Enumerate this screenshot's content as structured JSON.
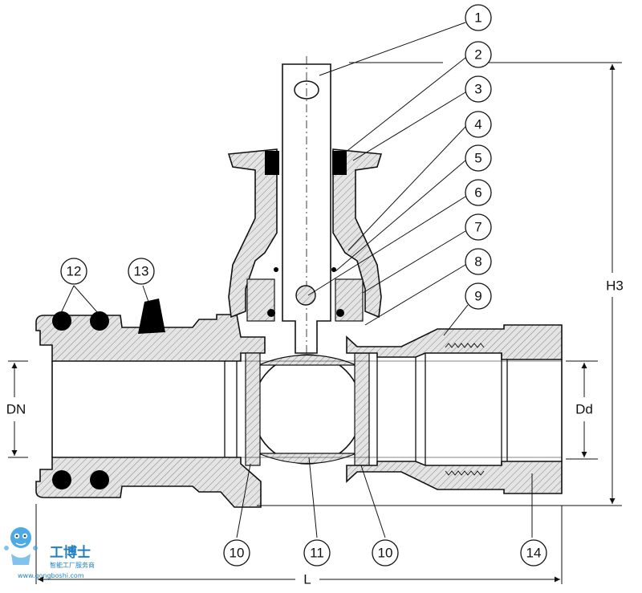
{
  "callouts": [
    {
      "id": 1,
      "label": "1"
    },
    {
      "id": 2,
      "label": "2"
    },
    {
      "id": 3,
      "label": "3"
    },
    {
      "id": 4,
      "label": "4"
    },
    {
      "id": 5,
      "label": "5"
    },
    {
      "id": 6,
      "label": "6"
    },
    {
      "id": 7,
      "label": "7"
    },
    {
      "id": 8,
      "label": "8"
    },
    {
      "id": 9,
      "label": "9"
    },
    {
      "id": 10,
      "label": "10"
    },
    {
      "id": 11,
      "label": "11"
    },
    {
      "id": 12,
      "label": "12"
    },
    {
      "id": 13,
      "label": "13"
    },
    {
      "id": 14,
      "label": "14"
    }
  ],
  "dimensions": {
    "dn": "DN",
    "dd": "Dd",
    "h3": "H3",
    "l": "L"
  },
  "watermark": {
    "brand": "工博士",
    "tagline": "智能工厂服务商",
    "url": "www.gongboshi.com"
  },
  "colors": {
    "line": "#111111",
    "section_fill": "#d9d9d9",
    "seal": "#000000",
    "logo": "#1f7fc4"
  }
}
